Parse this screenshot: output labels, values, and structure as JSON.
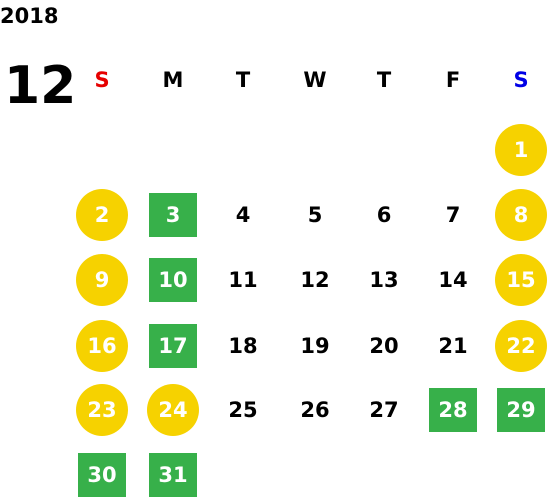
{
  "year": "2018",
  "month": "12",
  "weekdays": [
    {
      "label": "S",
      "color": "#e60000"
    },
    {
      "label": "M",
      "color": "#000000"
    },
    {
      "label": "T",
      "color": "#000000"
    },
    {
      "label": "W",
      "color": "#000000"
    },
    {
      "label": "T",
      "color": "#000000"
    },
    {
      "label": "F",
      "color": "#000000"
    },
    {
      "label": "S",
      "color": "#0000e6"
    }
  ],
  "first_weekday_index": 6,
  "days": [
    {
      "day": "1",
      "style": "holiday"
    },
    {
      "day": "2",
      "style": "holiday"
    },
    {
      "day": "3",
      "style": "green"
    },
    {
      "day": "4",
      "style": "normal"
    },
    {
      "day": "5",
      "style": "normal"
    },
    {
      "day": "6",
      "style": "normal"
    },
    {
      "day": "7",
      "style": "normal"
    },
    {
      "day": "8",
      "style": "holiday"
    },
    {
      "day": "9",
      "style": "holiday"
    },
    {
      "day": "10",
      "style": "green"
    },
    {
      "day": "11",
      "style": "normal"
    },
    {
      "day": "12",
      "style": "normal"
    },
    {
      "day": "13",
      "style": "normal"
    },
    {
      "day": "14",
      "style": "normal"
    },
    {
      "day": "15",
      "style": "holiday"
    },
    {
      "day": "16",
      "style": "holiday"
    },
    {
      "day": "17",
      "style": "green"
    },
    {
      "day": "18",
      "style": "normal"
    },
    {
      "day": "19",
      "style": "normal"
    },
    {
      "day": "20",
      "style": "normal"
    },
    {
      "day": "21",
      "style": "normal"
    },
    {
      "day": "22",
      "style": "holiday"
    },
    {
      "day": "23",
      "style": "holiday"
    },
    {
      "day": "24",
      "style": "holiday"
    },
    {
      "day": "25",
      "style": "normal"
    },
    {
      "day": "26",
      "style": "normal"
    },
    {
      "day": "27",
      "style": "normal"
    },
    {
      "day": "28",
      "style": "green"
    },
    {
      "day": "29",
      "style": "green"
    },
    {
      "day": "30",
      "style": "green"
    },
    {
      "day": "31",
      "style": "green"
    }
  ],
  "colors": {
    "holiday": "#f6d200",
    "green": "#37b04a",
    "sunday": "#e60000",
    "saturday": "#0000e6"
  }
}
